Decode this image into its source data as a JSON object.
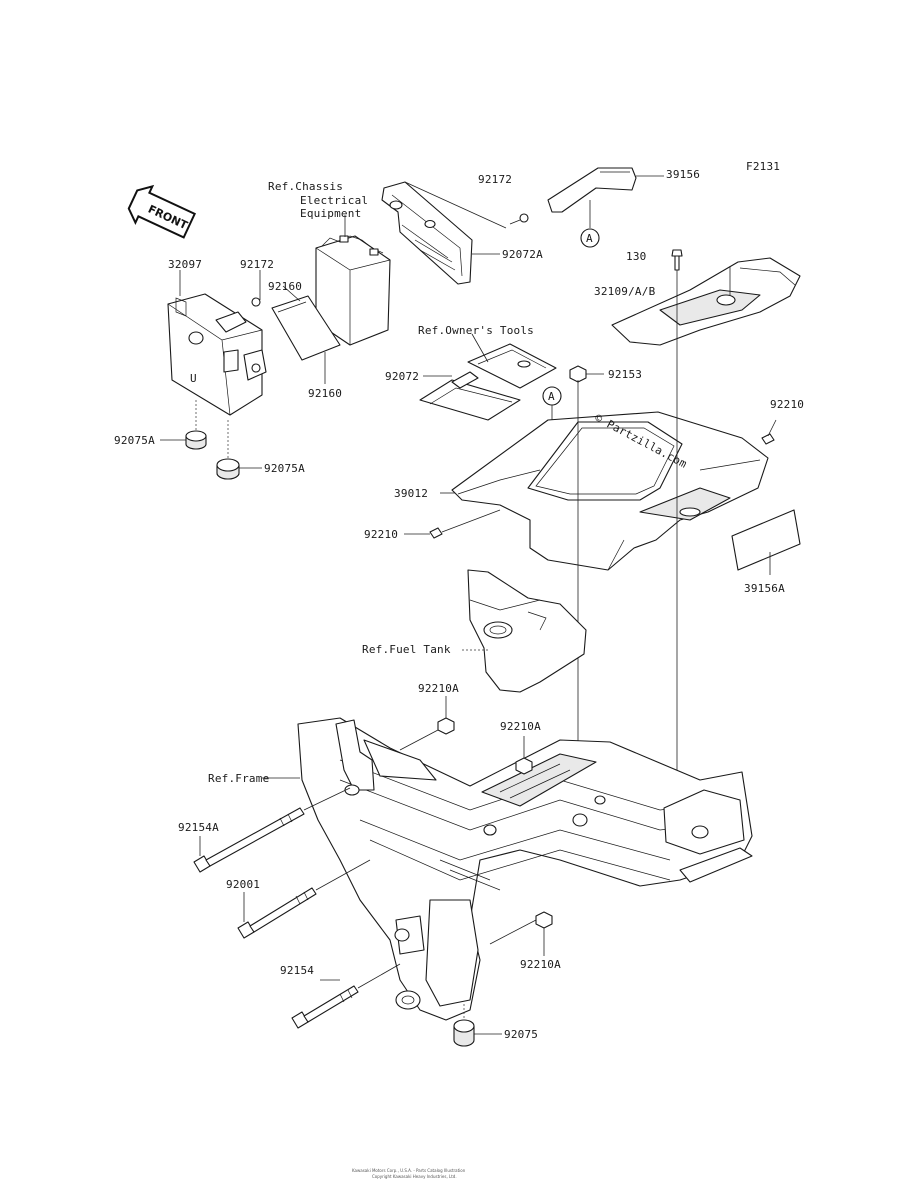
{
  "figure_code": "F2131",
  "front_label": "FRONT",
  "watermark": "© Partzilla.com",
  "footer_line1": "Kawasaki Motors Corp., U.S.A. - Parts Catalog Illustration",
  "footer_line2": "Copyright Kawasaki Heavy Industries, Ltd.",
  "labels": {
    "p39156": "39156",
    "p92172_top": "92172",
    "p92072A": "92072A",
    "ref_chassis_1": "Ref.Chassis",
    "ref_chassis_2": "Electrical",
    "ref_chassis_3": "Equipment",
    "p32097": "32097",
    "p92172_left": "92172",
    "p92160_a": "92160",
    "p92160_b": "92160",
    "p130": "130",
    "p32109": "32109/A/B",
    "ref_owners_tools": "Ref.Owner's Tools",
    "p92072": "92072",
    "p92153": "92153",
    "p92210_right": "92210",
    "p92075A_a": "92075A",
    "p92075A_b": "92075A",
    "p39012": "39012",
    "p92210_left": "92210",
    "p39156A": "39156A",
    "ref_fuel_tank": "Ref.Fuel Tank",
    "p92210A_a": "92210A",
    "p92210A_b": "92210A",
    "ref_frame": "Ref.Frame",
    "p92154A": "92154A",
    "p92001": "92001",
    "p92154": "92154",
    "p92210A_c": "92210A",
    "p92075": "92075",
    "callout_A1": "A",
    "callout_A2": "A"
  }
}
